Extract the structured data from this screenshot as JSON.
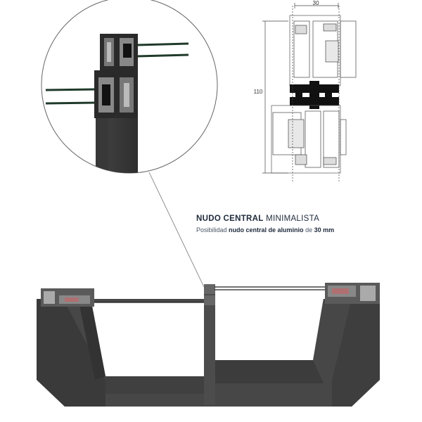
{
  "caption": {
    "title_bold": "NUDO CENTRAL",
    "title_light": "MINIMALISTA",
    "sub_1": "Posibilidad",
    "sub_bold_1": "nudo central de aluminio",
    "sub_2": "de",
    "sub_bold_2": "30 mm"
  },
  "dimensions": {
    "width": "30",
    "height": "110"
  },
  "colors": {
    "profile_dark": "#3b3b3b",
    "profile_mid": "#4a4a4a",
    "glass": "#2f4a3a",
    "section_line": "#555555",
    "gasket": "#111111"
  }
}
